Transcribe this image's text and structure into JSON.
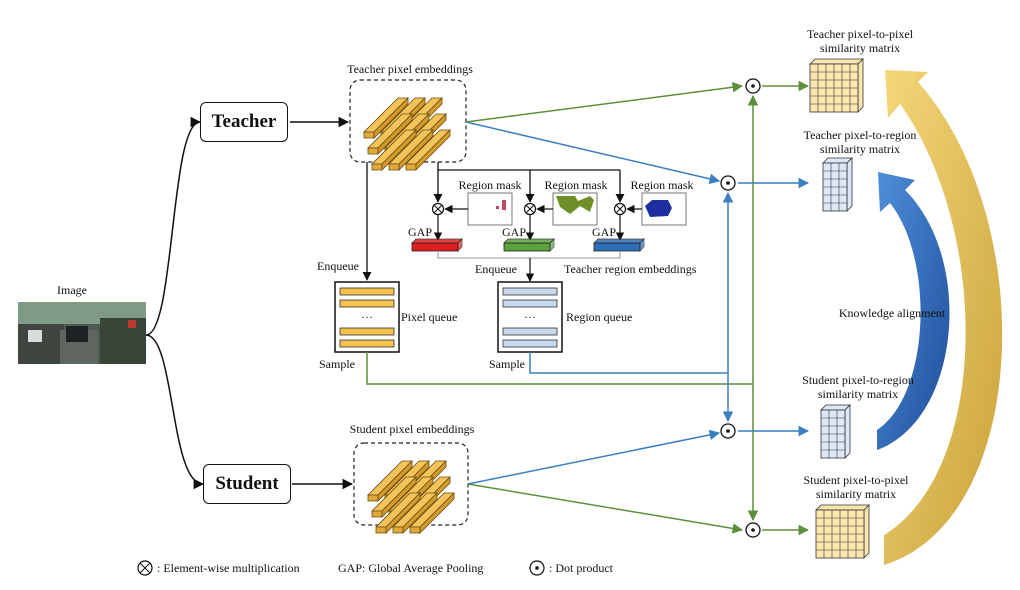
{
  "input": {
    "label": "Image"
  },
  "teacher": {
    "label": "Teacher",
    "embeddings_label": "Teacher pixel embeddings"
  },
  "student": {
    "label": "Student",
    "embeddings_label": "Student pixel embeddings"
  },
  "region_masks": [
    {
      "label": "Region mask",
      "color": "#c3485e"
    },
    {
      "label": "Region mask",
      "color": "#6f8f2a"
    },
    {
      "label": "Region mask",
      "color": "#1d2fa0"
    }
  ],
  "gap": {
    "labels": [
      "GAP",
      "GAP",
      "GAP"
    ],
    "colors": [
      "#e02020",
      "#5aa23c",
      "#2f6fb8"
    ]
  },
  "queues": {
    "enqueue_pixel": "Enqueue",
    "enqueue_region": "Enqueue",
    "pixel_queue": "Pixel queue",
    "region_queue": "Region queue",
    "sample_pixel": "Sample",
    "sample_region": "Sample",
    "ellipsis": "···",
    "teacher_region_embeddings": "Teacher region embeddings"
  },
  "matrices": {
    "t_p2p": [
      "Teacher pixel-to-pixel",
      "similarity matrix"
    ],
    "t_p2r": [
      "Teacher pixel-to-region",
      "similarity matrix"
    ],
    "s_p2r": [
      "Student pixel-to-region",
      "similarity matrix"
    ],
    "s_p2p": [
      "Student pixel-to-pixel",
      "similarity matrix"
    ]
  },
  "alignment": {
    "label": "Knowledge alignment"
  },
  "legend": {
    "mult": ": Element-wise multiplication",
    "gap": "GAP: Global Average Pooling",
    "dot": ": Dot product"
  },
  "colors": {
    "green": "#5b8f3a",
    "blue": "#3a7fc1",
    "bar": "#f2c45a",
    "pixel_queue": "#f5c24e",
    "region_queue": "#c7d9ee",
    "p2p_cell": "#fce6b0",
    "p2r_cell": "#dce8f5",
    "arrow_gold": "#e3b23c",
    "arrow_blue": "#2f6fc0"
  }
}
